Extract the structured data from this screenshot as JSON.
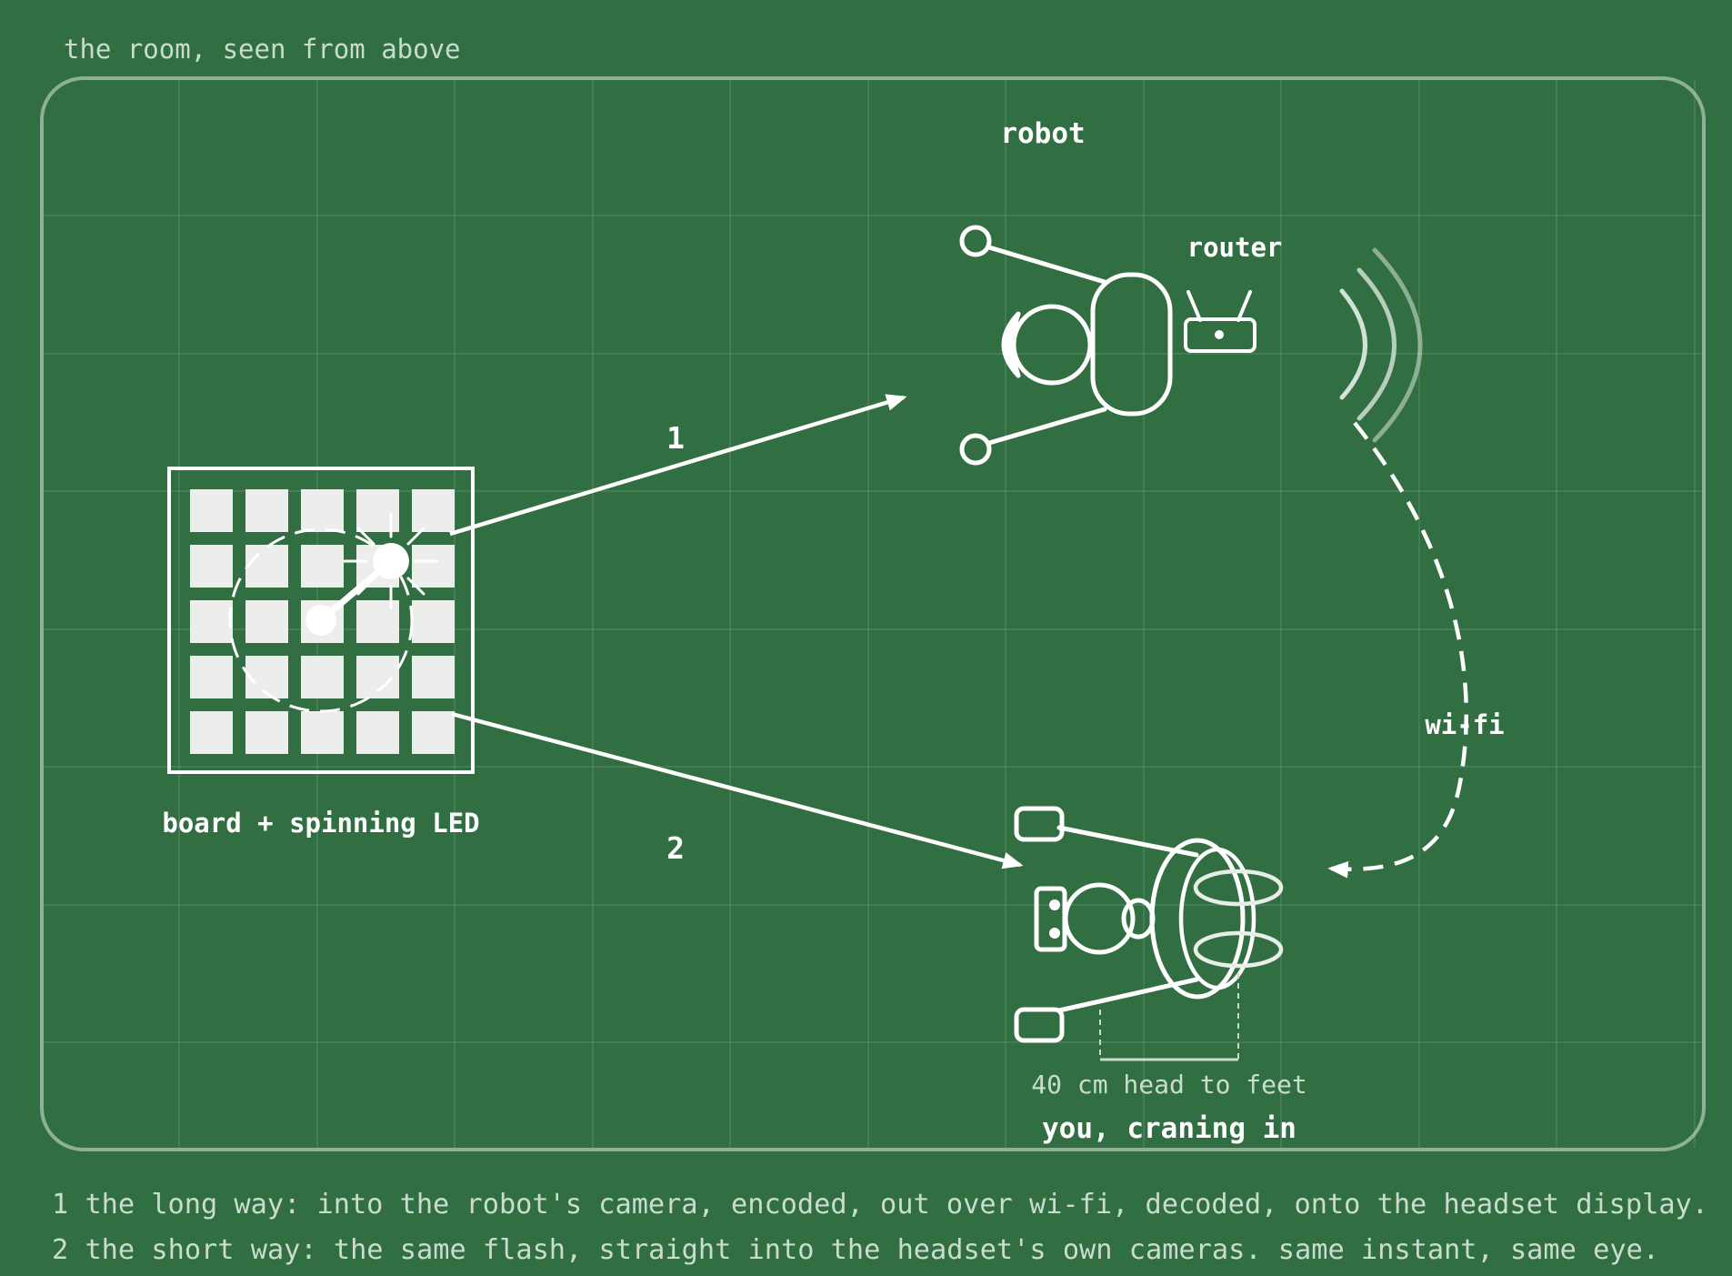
{
  "title": "the room, seen from above",
  "labels": {
    "robot": "robot",
    "router": "router",
    "board": "board + spinning LED",
    "wifi": "wi-fi",
    "user": "you, craning in",
    "measure": "40 cm head to feet",
    "path1": "1",
    "path2": "2"
  },
  "captions": [
    "1 the long way: into the robot's camera, encoded, out over wi-fi, decoded, onto the headset display.",
    "2 the short way: the same flash, straight into the headset's own cameras. same instant, same eye."
  ],
  "colors": {
    "background": "#316f42",
    "line": "#ffffff",
    "tile": "#eceeeb",
    "muted": "#c9dccd"
  }
}
